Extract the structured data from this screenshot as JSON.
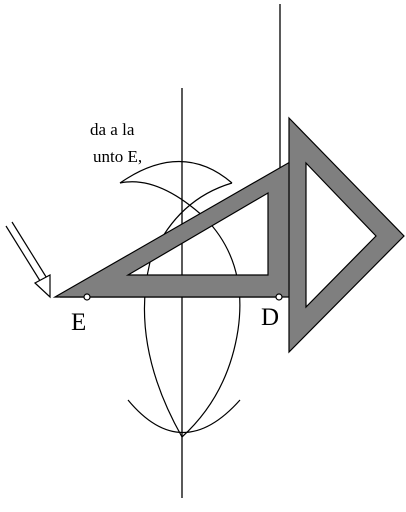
{
  "caption": {
    "line1": "da a la",
    "line2": "unto E,"
  },
  "points": {
    "E": "E",
    "D": "D"
  },
  "colors": {
    "set_square_fill": "#7f7f7f",
    "ink": "#000000",
    "background": "#ffffff"
  }
}
